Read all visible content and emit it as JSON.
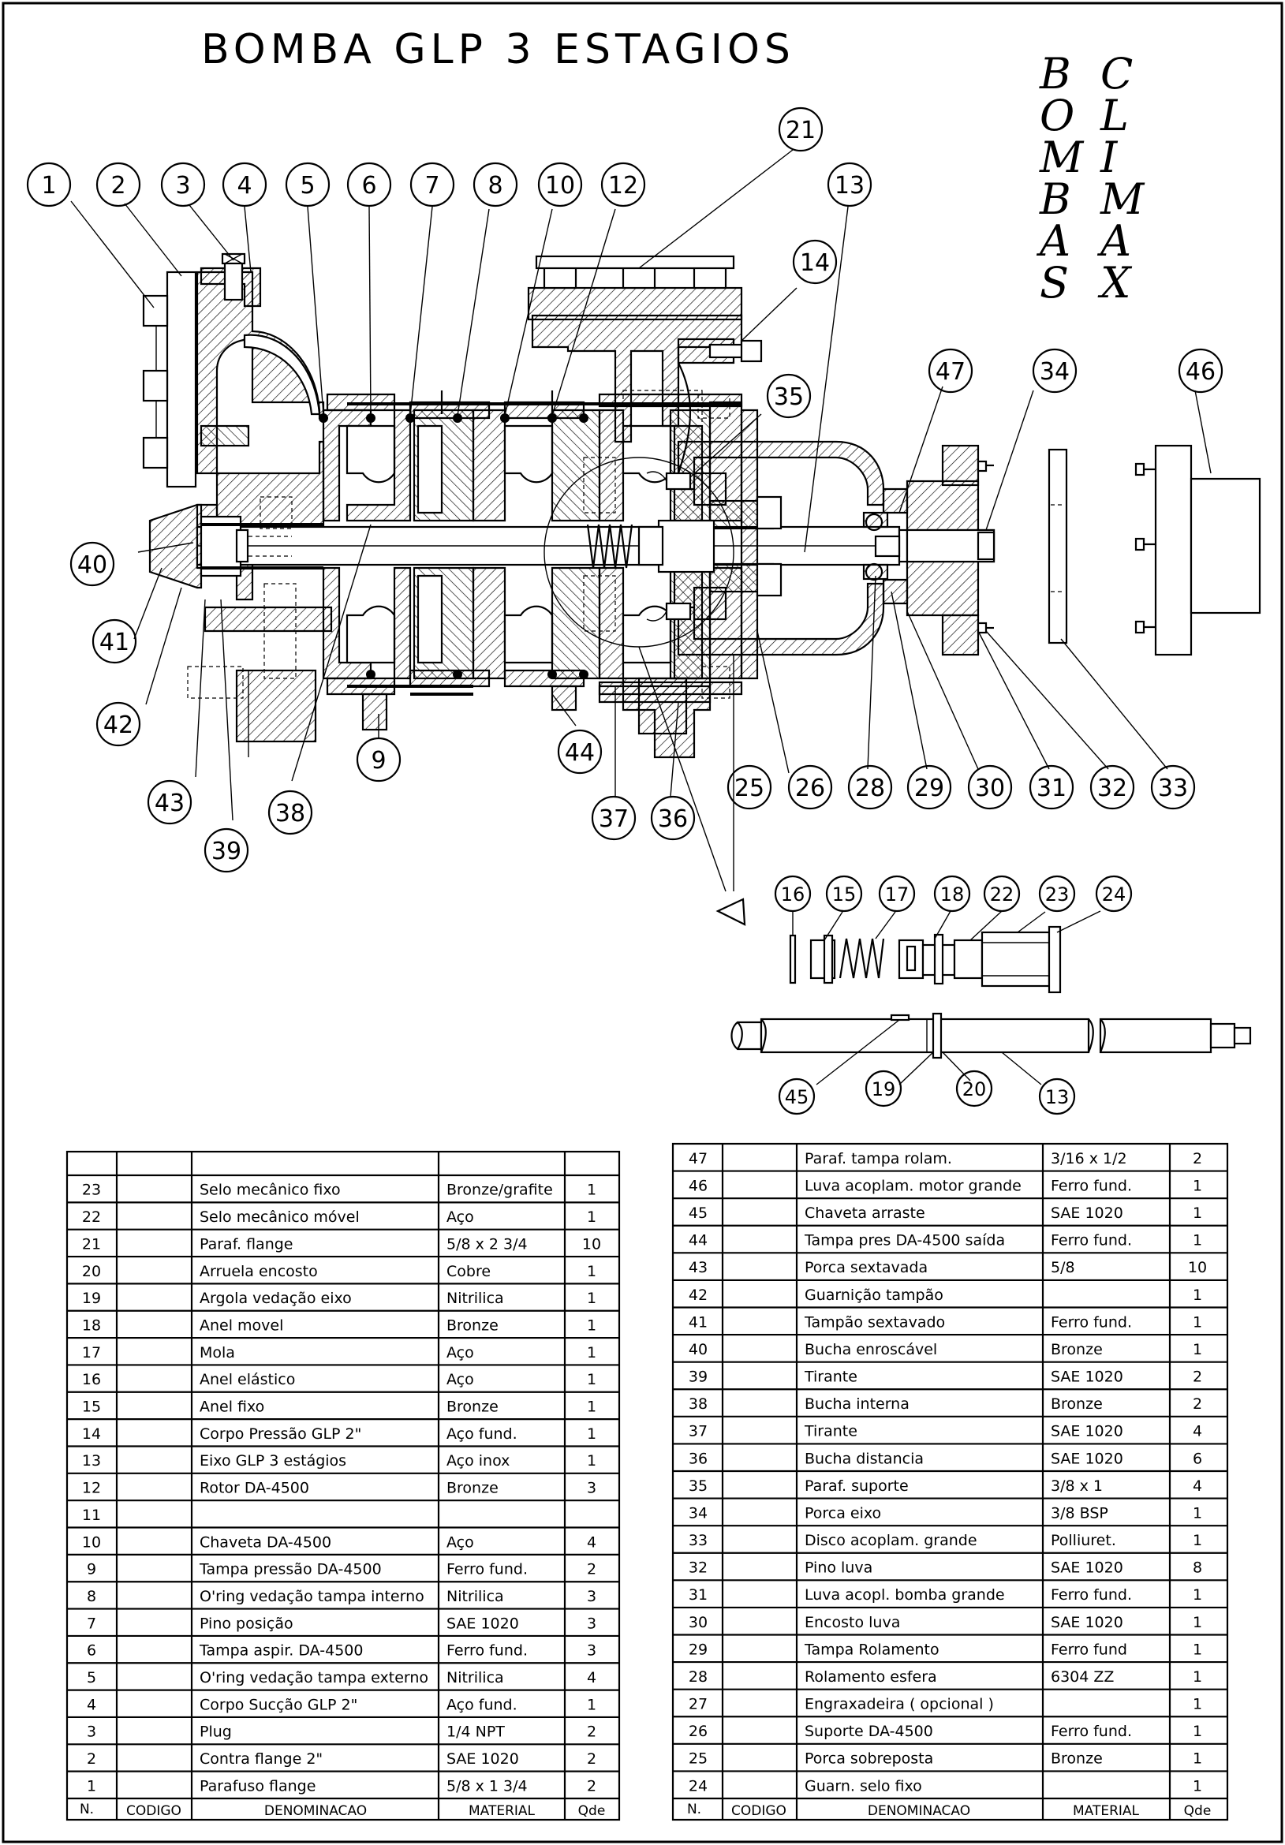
{
  "title": "BOMBA  GLP 3 ESTAGIOS",
  "brand": {
    "left": [
      "B",
      "O",
      "M",
      "B",
      "A",
      "S"
    ],
    "right": [
      "C",
      "L",
      "I",
      "M",
      "A",
      "X"
    ]
  },
  "balloons": {
    "b1": "1",
    "b2": "2",
    "b3": "3",
    "b4": "4",
    "b5": "5",
    "b6": "6",
    "b7": "7",
    "b8": "8",
    "b10": "10",
    "b12": "12",
    "b21": "21",
    "b13": "13",
    "b14": "14",
    "b35": "35",
    "b47": "47",
    "b34": "34",
    "b46": "46",
    "b40": "40",
    "b41": "41",
    "b42": "42",
    "b43": "43",
    "b39": "39",
    "b38": "38",
    "b9": "9",
    "b44": "44",
    "b37": "37",
    "b36": "36",
    "b25": "25",
    "b26": "26",
    "b28": "28",
    "b29": "29",
    "b30": "30",
    "b31": "31",
    "b32": "32",
    "b33": "33",
    "d16": "16",
    "d15": "15",
    "d17": "17",
    "d18": "18",
    "d22": "22",
    "d23": "23",
    "d24": "24",
    "d45": "45",
    "d19": "19",
    "d20": "20",
    "d13": "13"
  },
  "table_headers": {
    "n": "N.",
    "codigo": "CODIGO",
    "denominacao": "DENOMINACAO",
    "material": "MATERIAL",
    "qde": "Qde"
  },
  "left_table": [
    {
      "n": "23",
      "name": "Selo mecânico fixo",
      "material": "Bronze/grafite",
      "qty": "1"
    },
    {
      "n": "22",
      "name": "Selo mecânico móvel",
      "material": "Aço",
      "qty": "1"
    },
    {
      "n": "21",
      "name": "Paraf. flange",
      "material": "5/8 x 2 3/4",
      "qty": "10"
    },
    {
      "n": "20",
      "name": "Arruela encosto",
      "material": "Cobre",
      "qty": "1"
    },
    {
      "n": "19",
      "name": "Argola vedação eixo",
      "material": "Nitrilica",
      "qty": "1"
    },
    {
      "n": "18",
      "name": "Anel movel",
      "material": "Bronze",
      "qty": "1"
    },
    {
      "n": "17",
      "name": "Mola",
      "material": "Aço",
      "qty": "1"
    },
    {
      "n": "16",
      "name": "Anel elástico",
      "material": "Aço",
      "qty": "1"
    },
    {
      "n": "15",
      "name": "Anel fixo",
      "material": "Bronze",
      "qty": "1"
    },
    {
      "n": "14",
      "name": "Corpo Pressão GLP 2\"",
      "material": "Aço fund.",
      "qty": "1"
    },
    {
      "n": "13",
      "name": "Eixo GLP 3 estágios",
      "material": "Aço inox",
      "qty": "1"
    },
    {
      "n": "12",
      "name": "Rotor DA-4500",
      "material": "Bronze",
      "qty": "3"
    },
    {
      "n": "11",
      "name": "",
      "material": "",
      "qty": ""
    },
    {
      "n": "10",
      "name": "Chaveta DA-4500",
      "material": "Aço",
      "qty": "4"
    },
    {
      "n": "9",
      "name": "Tampa pressão DA-4500",
      "material": "Ferro fund.",
      "qty": "2"
    },
    {
      "n": "8",
      "name": "O'ring vedação tampa interno",
      "material": "Nitrilica",
      "qty": "3"
    },
    {
      "n": "7",
      "name": "Pino posição",
      "material": "SAE 1020",
      "qty": "3"
    },
    {
      "n": "6",
      "name": "Tampa aspir. DA-4500",
      "material": "Ferro fund.",
      "qty": "3"
    },
    {
      "n": "5",
      "name": "O'ring vedação tampa externo",
      "material": "Nitrilica",
      "qty": "4"
    },
    {
      "n": "4",
      "name": "Corpo Sucção GLP 2\"",
      "material": "Aço fund.",
      "qty": "1"
    },
    {
      "n": "3",
      "name": "Plug",
      "material": "1/4 NPT",
      "qty": "2"
    },
    {
      "n": "2",
      "name": "Contra flange 2\"",
      "material": "SAE 1020",
      "qty": "2"
    },
    {
      "n": "1",
      "name": "Parafuso flange",
      "material": "5/8 x 1 3/4",
      "qty": "2"
    }
  ],
  "right_table": [
    {
      "n": "47",
      "name": "Paraf. tampa rolam.",
      "material": "3/16 x 1/2",
      "qty": "2"
    },
    {
      "n": "46",
      "name": "Luva acoplam. motor grande",
      "material": "Ferro fund.",
      "qty": "1"
    },
    {
      "n": "45",
      "name": "Chaveta arraste",
      "material": "SAE 1020",
      "qty": "1"
    },
    {
      "n": "44",
      "name": "Tampa pres DA-4500 saída",
      "material": "Ferro fund.",
      "qty": "1"
    },
    {
      "n": "43",
      "name": "Porca sextavada",
      "material": "5/8",
      "qty": "10"
    },
    {
      "n": "42",
      "name": "Guarnição tampão",
      "material": "",
      "qty": "1"
    },
    {
      "n": "41",
      "name": "Tampão sextavado",
      "material": "Ferro fund.",
      "qty": "1"
    },
    {
      "n": "40",
      "name": "Bucha enroscável",
      "material": "Bronze",
      "qty": "1"
    },
    {
      "n": "39",
      "name": "Tirante",
      "material": "SAE 1020",
      "qty": "2"
    },
    {
      "n": "38",
      "name": "Bucha interna",
      "material": "Bronze",
      "qty": "2"
    },
    {
      "n": "37",
      "name": "Tirante",
      "material": "SAE 1020",
      "qty": "4"
    },
    {
      "n": "36",
      "name": "Bucha distancia",
      "material": "SAE 1020",
      "qty": "6"
    },
    {
      "n": "35",
      "name": "Paraf. suporte",
      "material": "3/8 x 1",
      "qty": "4"
    },
    {
      "n": "34",
      "name": "Porca eixo",
      "material": "3/8 BSP",
      "qty": "1"
    },
    {
      "n": "33",
      "name": "Disco acoplam. grande",
      "material": "Polliuret.",
      "qty": "1"
    },
    {
      "n": "32",
      "name": "Pino luva",
      "material": "SAE 1020",
      "qty": "8"
    },
    {
      "n": "31",
      "name": "Luva acopl. bomba grande",
      "material": "Ferro fund.",
      "qty": "1"
    },
    {
      "n": "30",
      "name": "Encosto luva",
      "material": "SAE 1020",
      "qty": "1"
    },
    {
      "n": "29",
      "name": "Tampa Rolamento",
      "material": "Ferro fund",
      "qty": "1"
    },
    {
      "n": "28",
      "name": "Rolamento esfera",
      "material": "6304 ZZ",
      "qty": "1"
    },
    {
      "n": "27",
      "name": "Engraxadeira ( opcional )",
      "material": "",
      "qty": "1"
    },
    {
      "n": "26",
      "name": "Suporte DA-4500",
      "material": "Ferro fund.",
      "qty": "1"
    },
    {
      "n": "25",
      "name": "Porca sobreposta",
      "material": "Bronze",
      "qty": "1"
    },
    {
      "n": "24",
      "name": "Guarn. selo fixo",
      "material": "",
      "qty": "1"
    }
  ]
}
